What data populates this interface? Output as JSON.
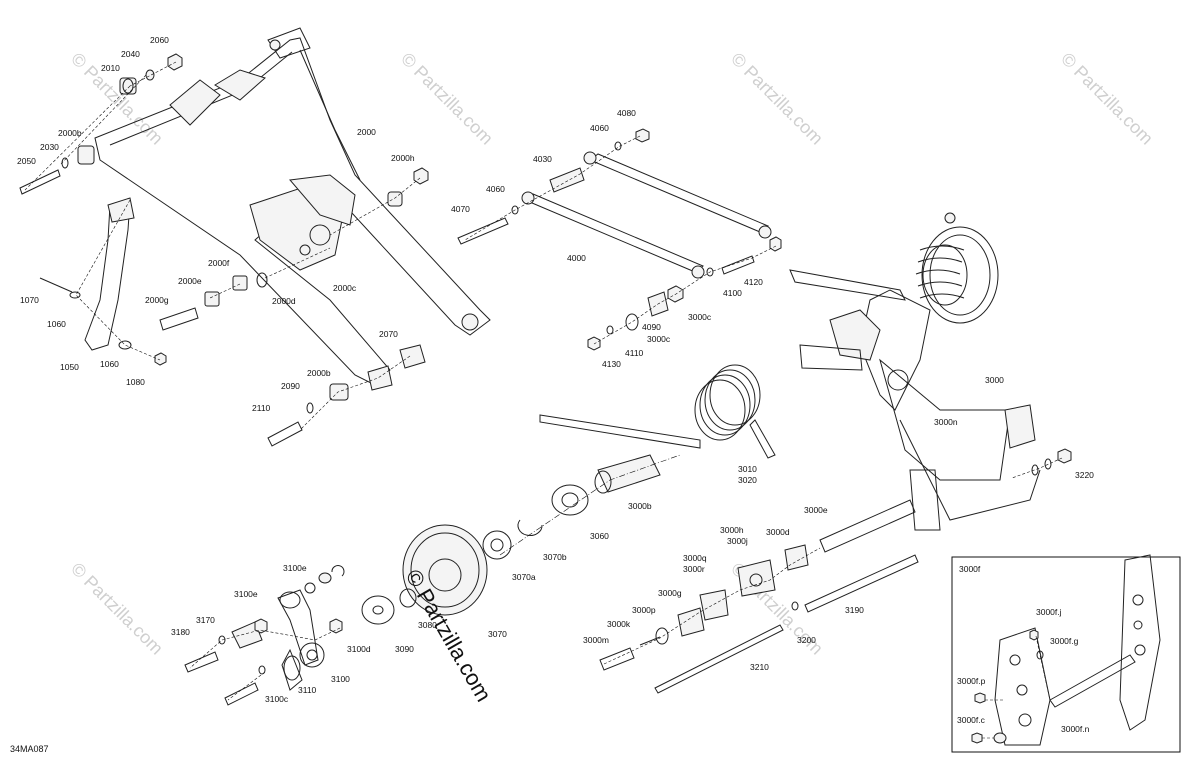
{
  "diagram": {
    "sheet_id": "34MA087",
    "watermark": "© Partzilla.com",
    "watermark_small": "© Partzilla.com",
    "inset_title": "3000f",
    "labels": {
      "2060": "2060",
      "2040": "2040",
      "2010": "2010",
      "2000b_top": "2000b",
      "2030": "2030",
      "2050": "2050",
      "2000": "2000",
      "2000h": "2000h",
      "2000f": "2000f",
      "2000e": "2000e",
      "2000g": "2000g",
      "2000d": "2000d",
      "2000c": "2000c",
      "1070": "1070",
      "1060_a": "1060",
      "1050": "1050",
      "1060_b": "1060",
      "1080": "1080",
      "2070": "2070",
      "2000b_bot": "2000b",
      "2090": "2090",
      "2110": "2110",
      "4080": "4080",
      "4060_a": "4060",
      "4030": "4030",
      "4060_b": "4060",
      "4070": "4070",
      "4000": "4000",
      "4120": "4120",
      "4100": "4100",
      "3000c_a": "3000c",
      "4090": "4090",
      "3000c_b": "3000c",
      "4110": "4110",
      "4130": "4130",
      "3000": "3000",
      "3000n": "3000n",
      "3010": "3010",
      "3020": "3020",
      "3220": "3220",
      "3000b": "3000b",
      "3060": "3060",
      "3070b": "3070b",
      "3070a": "3070a",
      "3070": "3070",
      "3080": "3080",
      "3000e": "3000e",
      "3000h": "3000h",
      "3000j": "3000j",
      "3000d": "3000d",
      "3000q": "3000q",
      "3000r": "3000r",
      "3000g": "3000g",
      "3000p": "3000p",
      "3000k": "3000k",
      "3000m": "3000m",
      "3190": "3190",
      "3200": "3200",
      "3210": "3210",
      "3100e_a": "3100e",
      "3100e_b": "3100e",
      "3170": "3170",
      "3180": "3180",
      "3100d": "3100d",
      "3090": "3090",
      "3100": "3100",
      "3110": "3110",
      "3100c": "3100c",
      "3000fj": "3000f.j",
      "3000fg": "3000f.g",
      "3000fp": "3000f.p",
      "3000fc": "3000f.c",
      "3000fn": "3000f.n"
    }
  }
}
